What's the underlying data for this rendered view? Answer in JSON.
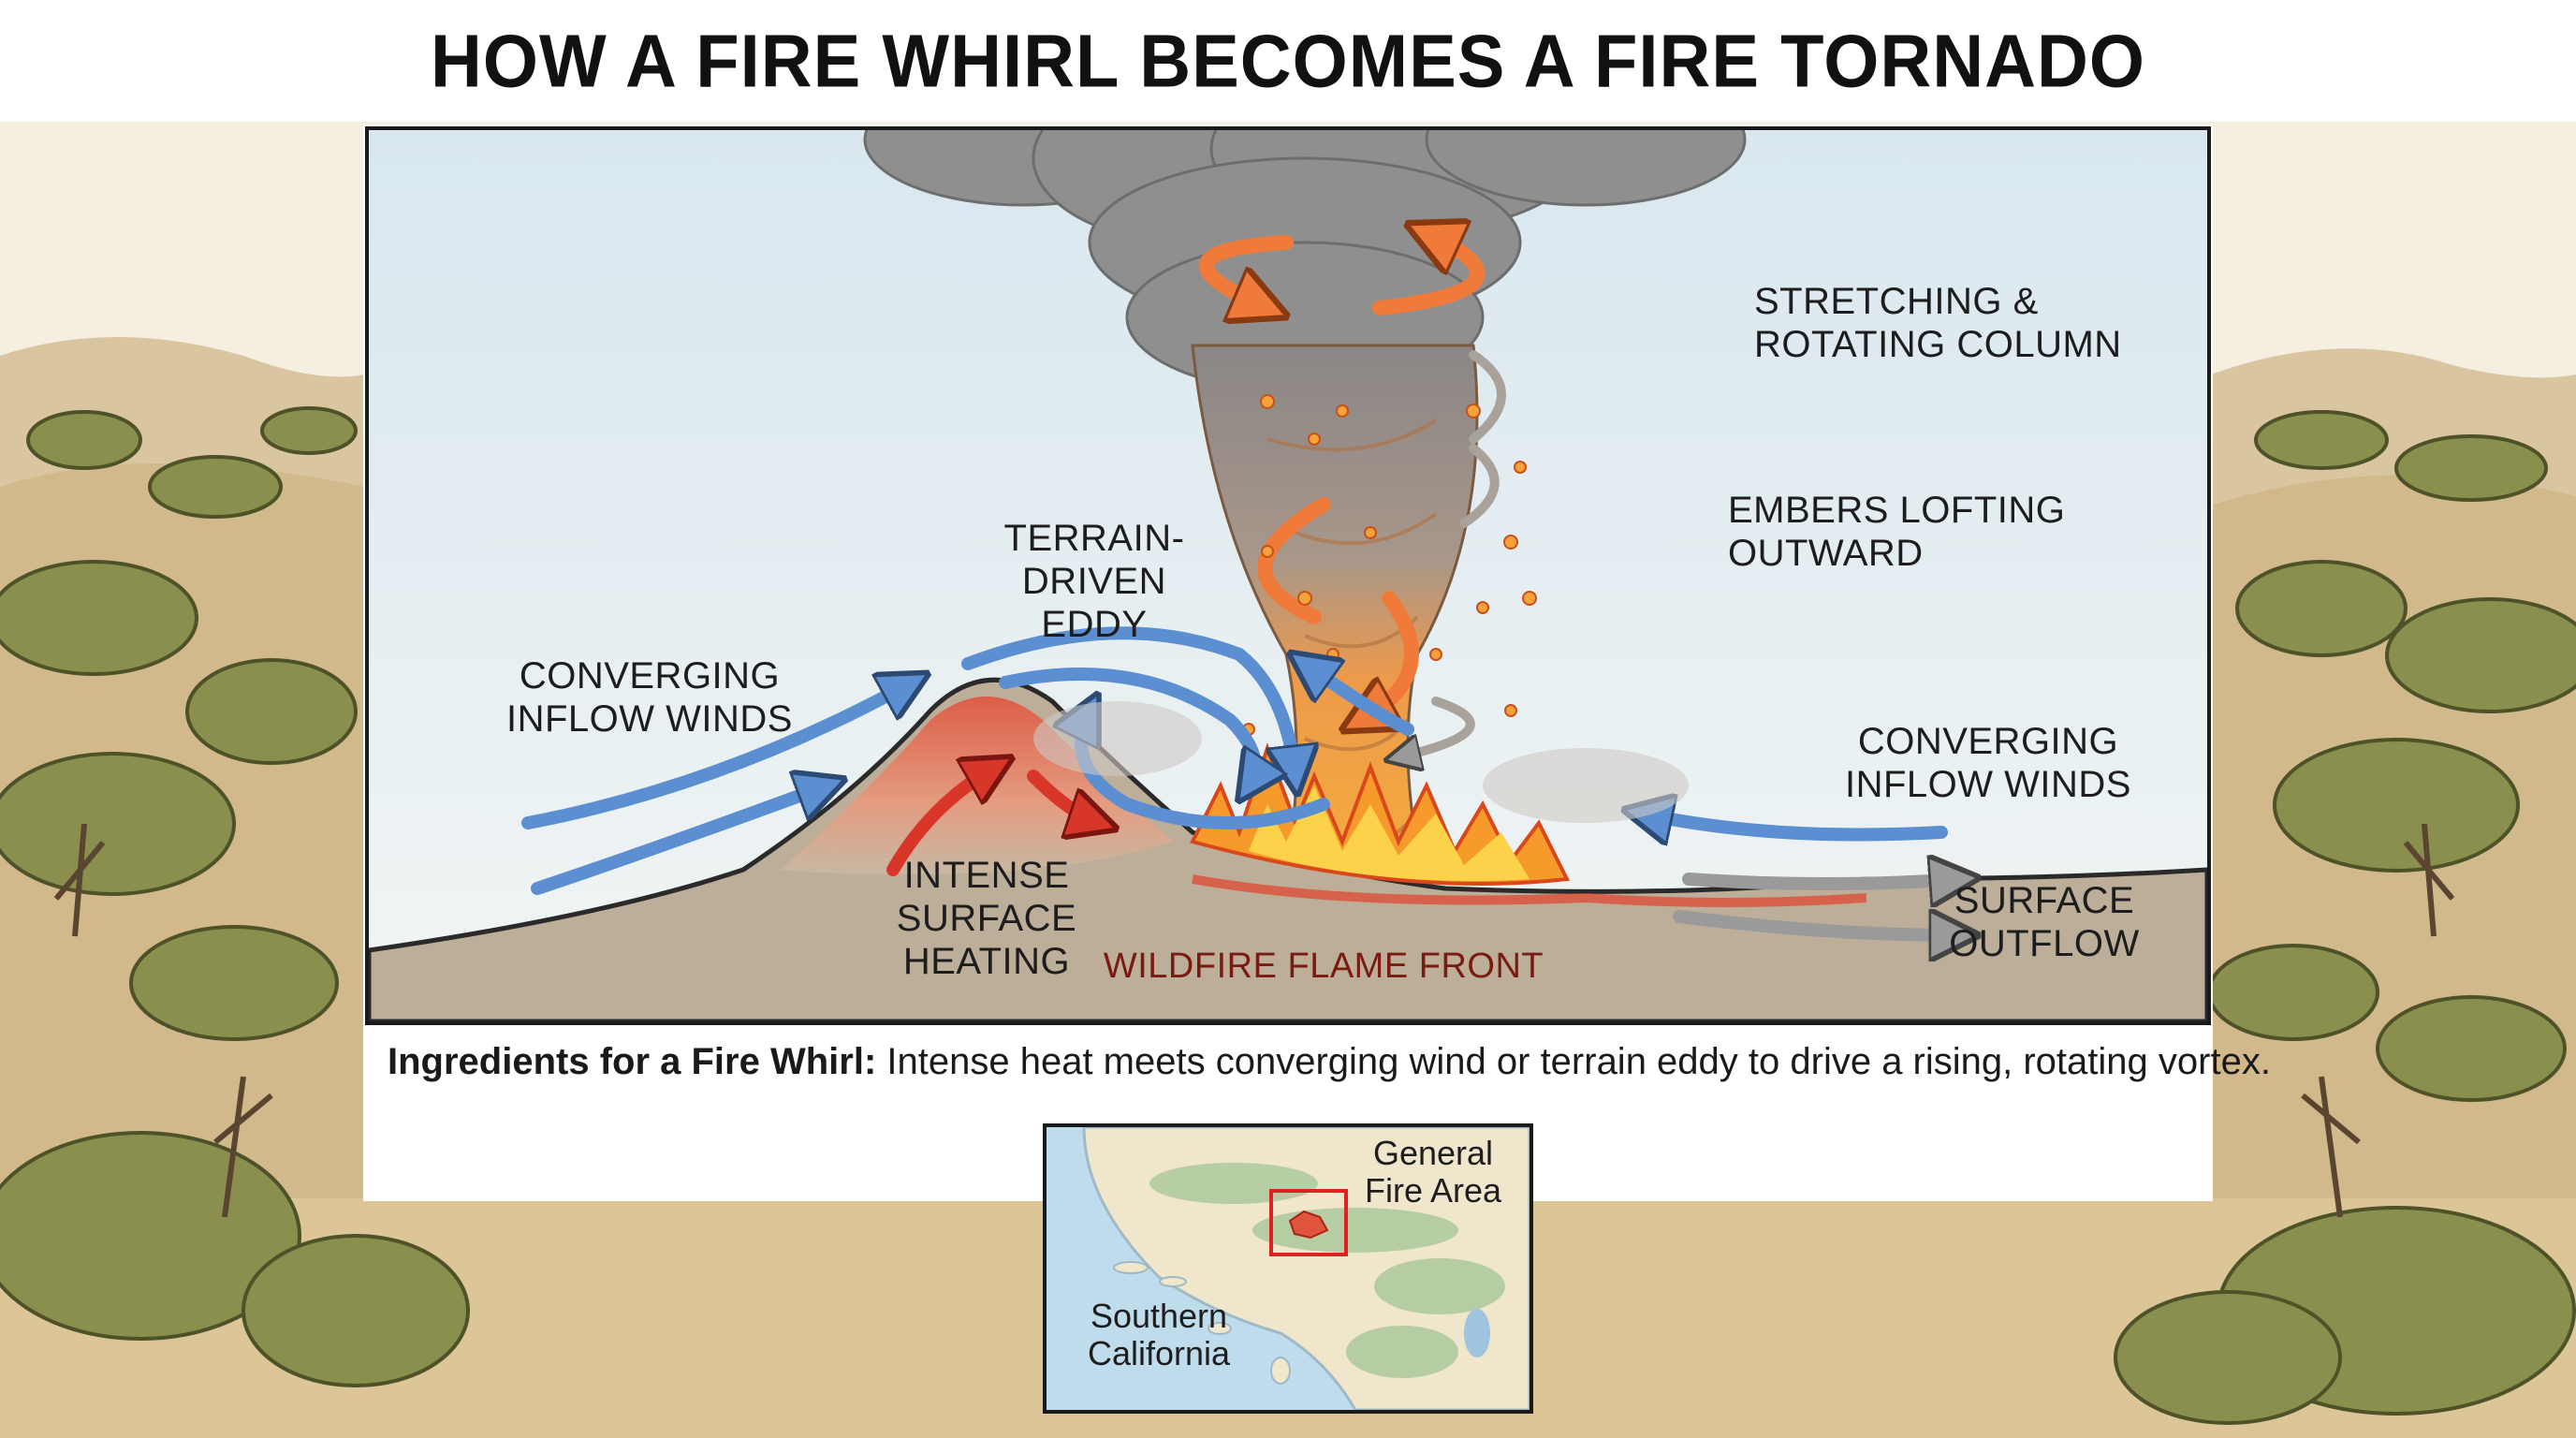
{
  "title": "HOW A FIRE WHIRL BECOMES A FIRE TORNADO",
  "labels": {
    "stretching": [
      "STRETCHING &",
      "ROTATING COLUMN"
    ],
    "embers": [
      "EMBERS LOFTING",
      "OUTWARD"
    ],
    "terrain_eddy": [
      "TERRAIN-DRIVEN",
      "EDDY"
    ],
    "inflow_left": [
      "CONVERGING",
      "INFLOW WINDS"
    ],
    "inflow_right": [
      "CONVERGING",
      "INFLOW WINDS"
    ],
    "surface_heating": [
      "INTENSE",
      "SURFACE HEATING"
    ],
    "surface_outflow": [
      "SURFACE",
      "OUTFLOW"
    ],
    "flame_front": "WILDFIRE FLAME FRONT"
  },
  "caption": {
    "bold": "Ingredients for a Fire Whirl:",
    "text": " Intense heat meets converging wind or terrain eddy to drive a rising, rotating vortex."
  },
  "map": {
    "fire_area": [
      "General",
      "Fire Area"
    ],
    "region": [
      "Southern",
      "California"
    ]
  },
  "colors": {
    "inflow_arrow": "#5b8fd1",
    "rotation_arrow": "#f07a3a",
    "heat_arrow": "#d9362a",
    "outflow_arrow": "#9a9a9a",
    "smoke": "#8a8a8a",
    "flame": "#f79a2c",
    "ground": "#b9ab97",
    "sky": "#e4eef3"
  },
  "icons": [
    "smoke-cloud-icon",
    "fire-vortex-icon",
    "ember-icon",
    "flame-icon",
    "hill-icon",
    "map-icon"
  ]
}
